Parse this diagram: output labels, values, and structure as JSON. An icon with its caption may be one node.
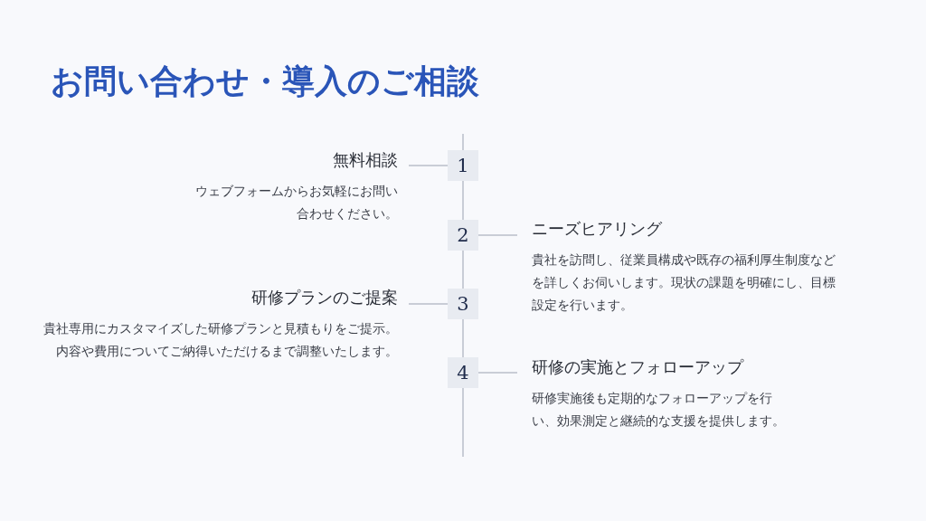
{
  "diagram": {
    "title": "お問い合わせ・導入のご相談",
    "nodes": [
      {
        "text": [
          "無料相談",
          "ウェブフォームからお気軽にお問い合わせください。"
        ]
      },
      {
        "text": [
          "1"
        ]
      },
      {
        "text": [
          "2"
        ]
      },
      {
        "text": [
          "ニーズヒアリング",
          "貴社を訪問し、従業員構成や既存の福利厚生制度などを詳しくお伺いします。現状の課題を明確にし、目標設定を行います。"
        ]
      },
      {
        "text": [
          "研修プランのご提案",
          "貴社専用にカスタマイズした研修プランと見積もりをご提示。内容や費用についてご納得いただけるまで調整いたします。"
        ]
      },
      {
        "text": [
          "3"
        ]
      },
      {
        "text": [
          "4"
        ]
      },
      {
        "text": [
          "研修の実施とフォローアップ",
          "研修実施後も定期的なフォローアップを行い、効果測定と継続的な支援を提供します。"
        ]
      }
    ],
    "edges": [
      {
        "from": null,
        "to": 1,
        "arrow": "none"
      },
      {
        "from": 1,
        "to": 2,
        "arrow": "none"
      },
      {
        "from": 2,
        "to": 5,
        "arrow": "none"
      },
      {
        "from": 5,
        "to": 6,
        "arrow": "none"
      },
      {
        "from": 6,
        "to": null,
        "arrow": "none"
      },
      {
        "from": 0,
        "to": 1,
        "arrow": "none"
      },
      {
        "from": 2,
        "to": 3,
        "arrow": "none"
      },
      {
        "from": 4,
        "to": 5,
        "arrow": "none"
      },
      {
        "from": 6,
        "to": 7,
        "arrow": "none"
      }
    ]
  }
}
